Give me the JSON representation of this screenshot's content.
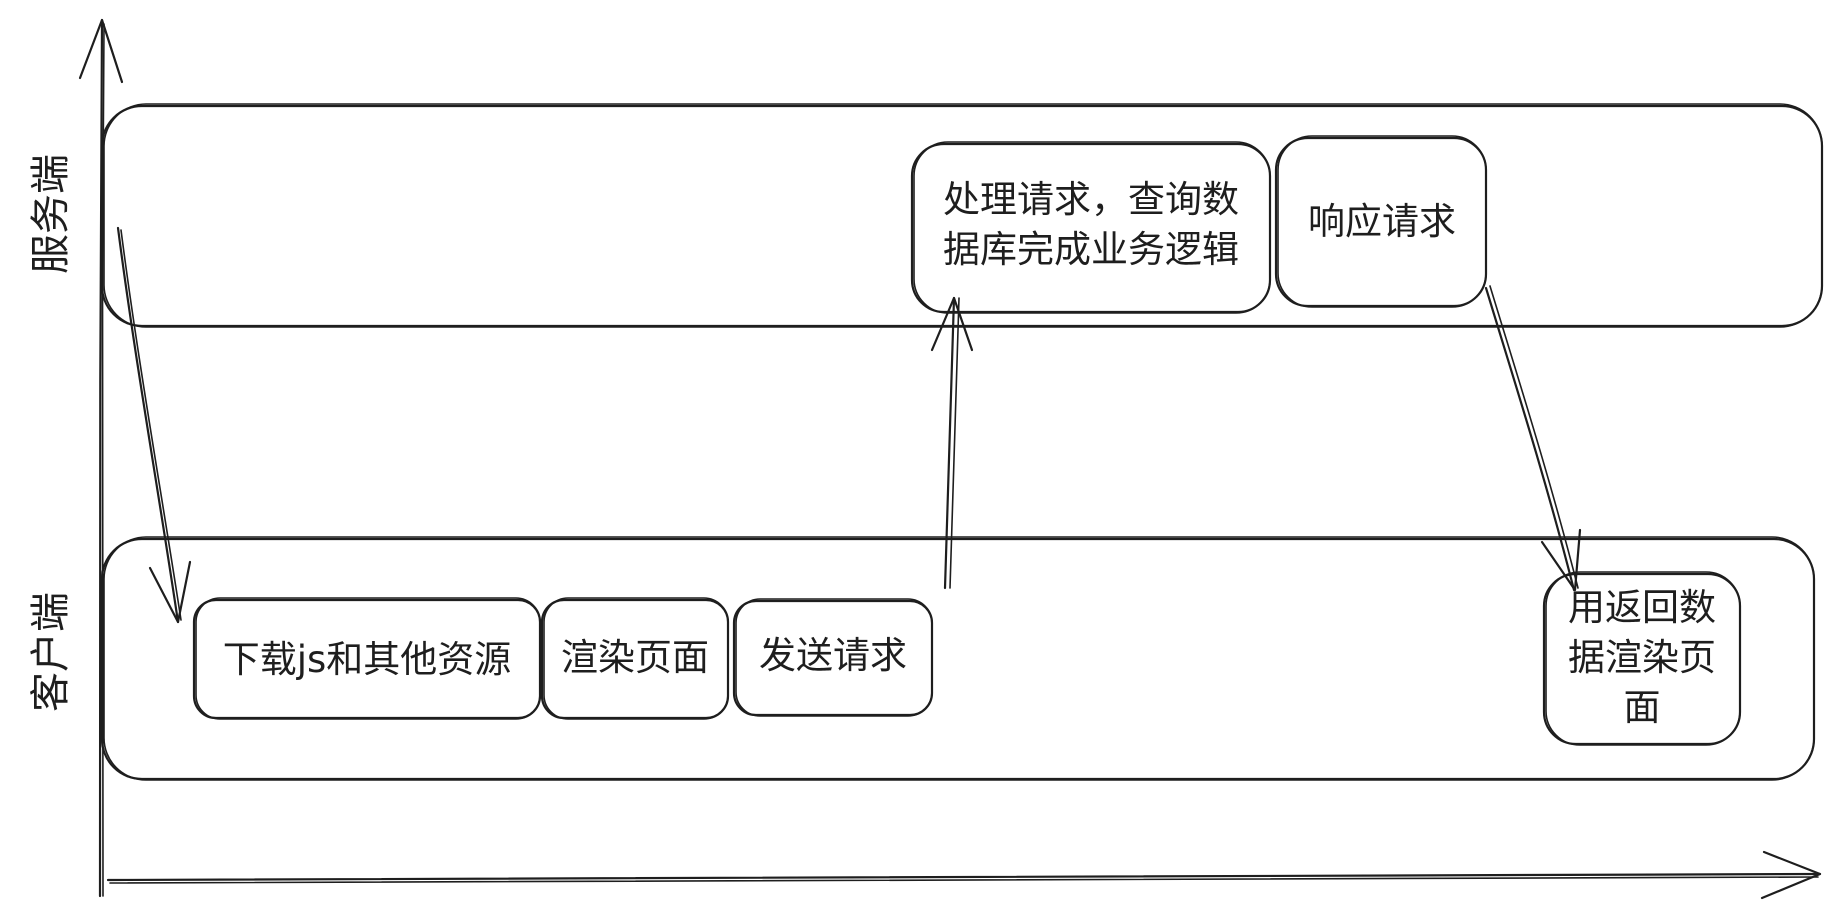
{
  "lanes": {
    "server": {
      "label": "服务端"
    },
    "client": {
      "label": "客户端"
    }
  },
  "nodes": {
    "download": {
      "lines": [
        "下载js和其他资源"
      ]
    },
    "render": {
      "lines": [
        "渲染页面"
      ]
    },
    "send": {
      "lines": [
        "发送请求"
      ]
    },
    "process": {
      "lines": [
        "处理请求，查询数",
        "据库完成业务逻辑"
      ]
    },
    "respond": {
      "lines": [
        "响应请求"
      ]
    },
    "render_data": {
      "lines": [
        "用返回数",
        "据渲染页",
        "面"
      ]
    }
  }
}
